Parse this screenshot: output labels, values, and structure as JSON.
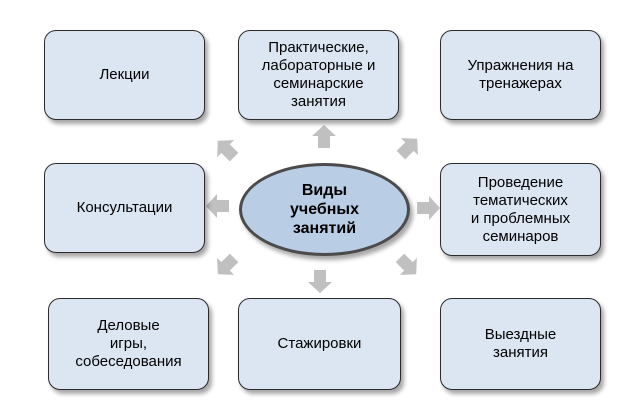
{
  "center": {
    "label": "Виды\nучебных\nзанятий"
  },
  "boxes": {
    "lectures": "Лекции",
    "practical": "Практические,\nлабораторные и\nсеминарские\nзанятия",
    "simulators": "Упражнения на\nтренажерах",
    "consultations": "Консультации",
    "seminars": "Проведение\nтематических\nи проблемных\nсеминаров",
    "games": "Деловые\nигры,\nсобеседования",
    "internships": "Стажировки",
    "field": "Выездные\nзанятия"
  },
  "colors": {
    "box_fill": "#dce6f2",
    "center_fill": "#b9cde5",
    "arrow_fill": "#c0c0c0",
    "border": "#2b2b2b"
  }
}
